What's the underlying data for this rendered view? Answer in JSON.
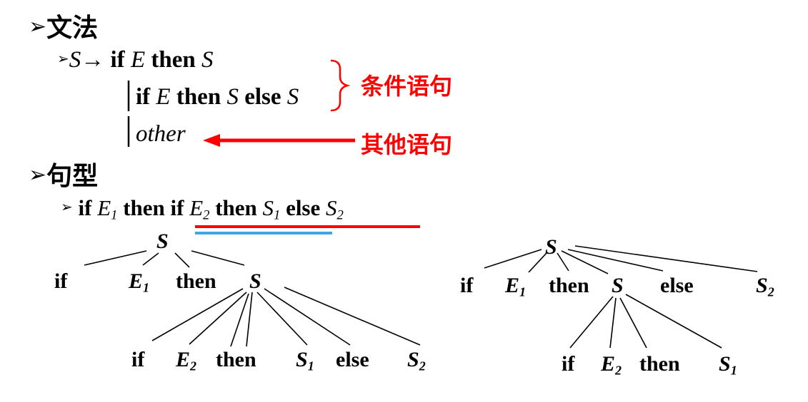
{
  "heading_grammar": {
    "bullet": "➢",
    "text": "文法"
  },
  "grammar": {
    "bullet": "➢",
    "lhs": "S",
    "arrow": "→",
    "prod1": {
      "kw_if": "if",
      "e": "E",
      "kw_then": "then",
      "s": "S"
    },
    "bar": "|",
    "prod2": {
      "kw_if": "if",
      "e": "E",
      "kw_then": "then",
      "s": "S",
      "kw_else": "else",
      "s2": "S"
    },
    "prod3": "other",
    "note_cond": "条件语句",
    "note_other": "其他语句"
  },
  "heading_sentence": {
    "bullet": "➢",
    "text": "句型"
  },
  "sentence": {
    "bullet": "➢",
    "if1": "if",
    "e": "E",
    "e1_sub": "1",
    "then1": "then",
    "if2": "if",
    "e2": "E",
    "e2_sub": "2",
    "then2": "then",
    "s": "S",
    "s1_sub": "1",
    "else": "else",
    "s2": "S",
    "s2_sub": "2"
  },
  "tree1": {
    "root": "S",
    "level1": {
      "if": "if",
      "e": "E",
      "e_sub": "1",
      "then": "then",
      "s": "S"
    },
    "level2": {
      "if": "if",
      "e": "E",
      "e_sub": "2",
      "then": "then",
      "s1": "S",
      "s1_sub": "1",
      "else": "else",
      "s2": "S",
      "s2_sub": "2"
    }
  },
  "tree2": {
    "root": "S",
    "level1": {
      "if": "if",
      "e": "E",
      "e_sub": "1",
      "then": "then",
      "s": "S",
      "else": "else",
      "s2": "S",
      "s2_sub": "2"
    },
    "level2": {
      "if": "if",
      "e": "E",
      "e_sub": "2",
      "then": "then",
      "s1": "S",
      "s1_sub": "1"
    }
  },
  "colors": {
    "annotation": "#ff0000",
    "underline_outer": "#ff0000",
    "underline_inner": "#3aa8e8",
    "tree_lines": "#000000"
  }
}
